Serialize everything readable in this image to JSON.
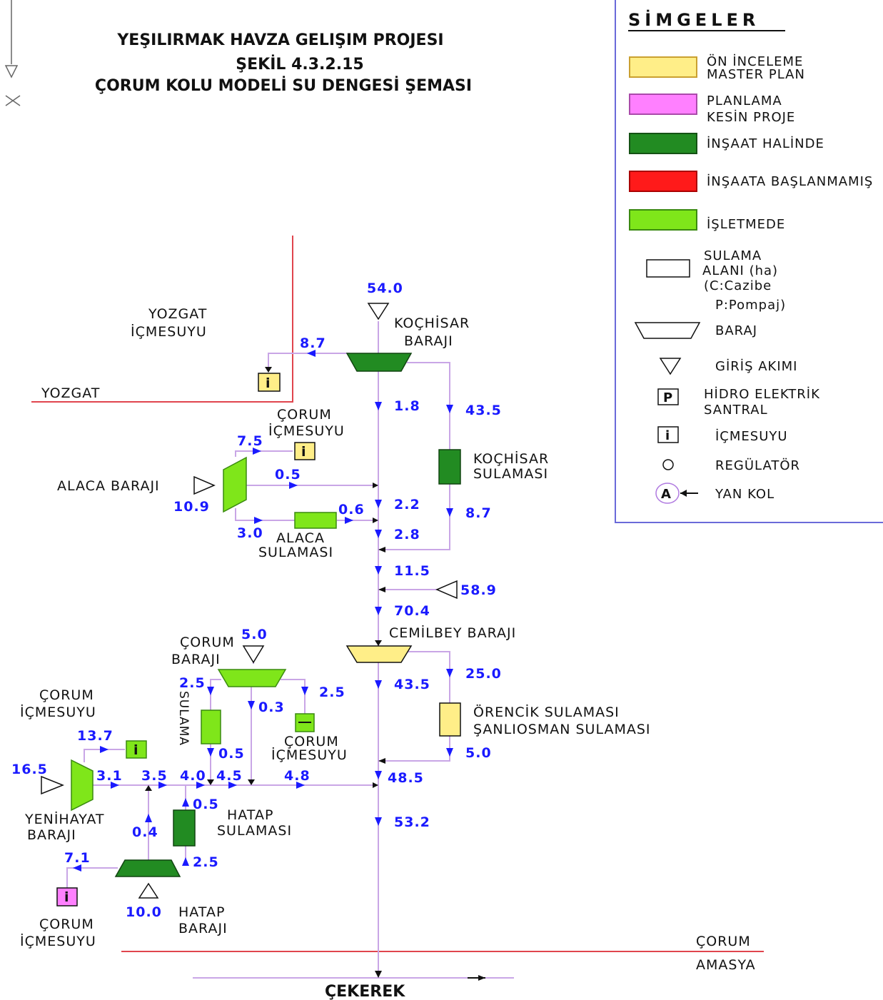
{
  "title": {
    "line1": "YEŞILIRMAK HAVZA GELIŞIM PROJESI",
    "line2": "ŞEKİL 4.3.2.15",
    "line3": "ÇORUM KOLU MODELİ SU DENGESİ ŞEMASI"
  },
  "legend": {
    "title": "SİMGELER",
    "colors": {
      "yellow": "#ffee88",
      "pink": "#ff80ff",
      "dark_green": "#228b22",
      "red": "#ff1a1a",
      "light_green": "#7fe61a"
    },
    "items": [
      {
        "l1": "ÖN İNCELEME",
        "l2": "MASTER PLAN"
      },
      {
        "l1": "PLANLAMA",
        "l2": "KESİN PROJE"
      },
      {
        "l1": "İNŞAAT HALİNDE"
      },
      {
        "l1": "İNŞAATA BAŞLANMAMIŞ"
      },
      {
        "l1": "İŞLETMEDE"
      },
      {
        "l1": "SULAMA",
        "l2": "ALANI (ha)",
        "l3": "(C:Cazibe",
        "l4": "P:Pompaj)"
      },
      {
        "l1": "BARAJ"
      },
      {
        "l1": "GİRİŞ AKIMI"
      },
      {
        "l1": "HİDRO ELEKTRİK",
        "l2": "SANTRAL",
        "icon_letter": "P"
      },
      {
        "l1": "İÇMESUYU",
        "icon_letter": "i"
      },
      {
        "l1": "REGÜLATÖR"
      },
      {
        "l1": "YAN KOL",
        "icon_letter": "A"
      }
    ]
  },
  "regions": {
    "yozgat": "YOZGAT",
    "corum": "ÇORUM",
    "amasya": "AMASYA",
    "cekerek": "ÇEKEREK"
  },
  "labels": {
    "yozgat_icme_1": "YOZGAT",
    "yozgat_icme_2": "İÇMESUYU",
    "kochisar_baraji_1": "KOÇHİSAR",
    "kochisar_baraji_2": "BARAJI",
    "corum_icme_a_1": "ÇORUM",
    "corum_icme_a_2": "İÇMESUYU",
    "alaca_baraji": "ALACA  BARAJI",
    "kochisar_sulamasi_1": "KOÇHİSAR",
    "kochisar_sulamasi_2": "SULAMASI",
    "alaca_sulamasi_1": "ALACA",
    "alaca_sulamasi_2": "SULAMASI",
    "cemilbey_baraji": "CEMİLBEY  BARAJI",
    "corum_baraji_1": "ÇORUM",
    "corum_baraji_2": "BARAJI",
    "sulama_vertical": "SULAMA",
    "corum_icme_b_1": "ÇORUM",
    "corum_icme_b_2": "İÇMESUYU",
    "corum_icme_c_1": "ÇORUM",
    "corum_icme_c_2": "İÇMESUYU",
    "orencik_1": "ÖRENCİK  SULAMASI",
    "orencik_2": "ŞANLIOSMAN  SULAMASI",
    "yenihayat_1": "YENİHAYAT",
    "yenihayat_2": "BARAJI",
    "hatap_sulamasi_1": "HATAP",
    "hatap_sulamasi_2": "SULAMASI",
    "hatap_baraji_1": "HATAP",
    "hatap_baraji_2": "BARAJI",
    "corum_icme_d_1": "ÇORUM",
    "corum_icme_d_2": "İÇMESUYU"
  },
  "flows": {
    "kochisar_inflow": "54.0",
    "yozgat_supply": "8.7",
    "main_below_kochisar": "1.8",
    "kochisar_irrigation": "43.5",
    "kochisar_return": "8.7",
    "alaca_inflow": "10.9",
    "alaca_drinking": "7.5",
    "alaca_release": "0.5",
    "alaca_irrigation": "3.0",
    "alaca_return": "0.6",
    "main_a": "2.2",
    "main_b": "2.8",
    "main_c": "11.5",
    "side_inflow": "58.9",
    "main_d": "70.4",
    "cemilbey_out": "43.5",
    "orencik_irrigation": "25.0",
    "orencik_return": "5.0",
    "corum_inflow": "5.0",
    "corum_sulama": "2.5",
    "corum_release": "0.3",
    "corum_drinking": "2.5",
    "corum_sulama_return": "0.5",
    "yenihayat_inflow": "16.5",
    "yenihayat_drinking": "13.7",
    "yenihayat_out": "3.1",
    "trib_a": "3.5",
    "trib_b": "4.0",
    "trib_c": "4.5",
    "trib_d": "4.8",
    "main_e": "48.5",
    "main_f": "53.2",
    "hatap_return": "0.5",
    "hatap_irrigation": "2.5",
    "hatap_release": "0.4",
    "hatap_drinking": "7.1",
    "hatap_inflow": "10.0"
  }
}
